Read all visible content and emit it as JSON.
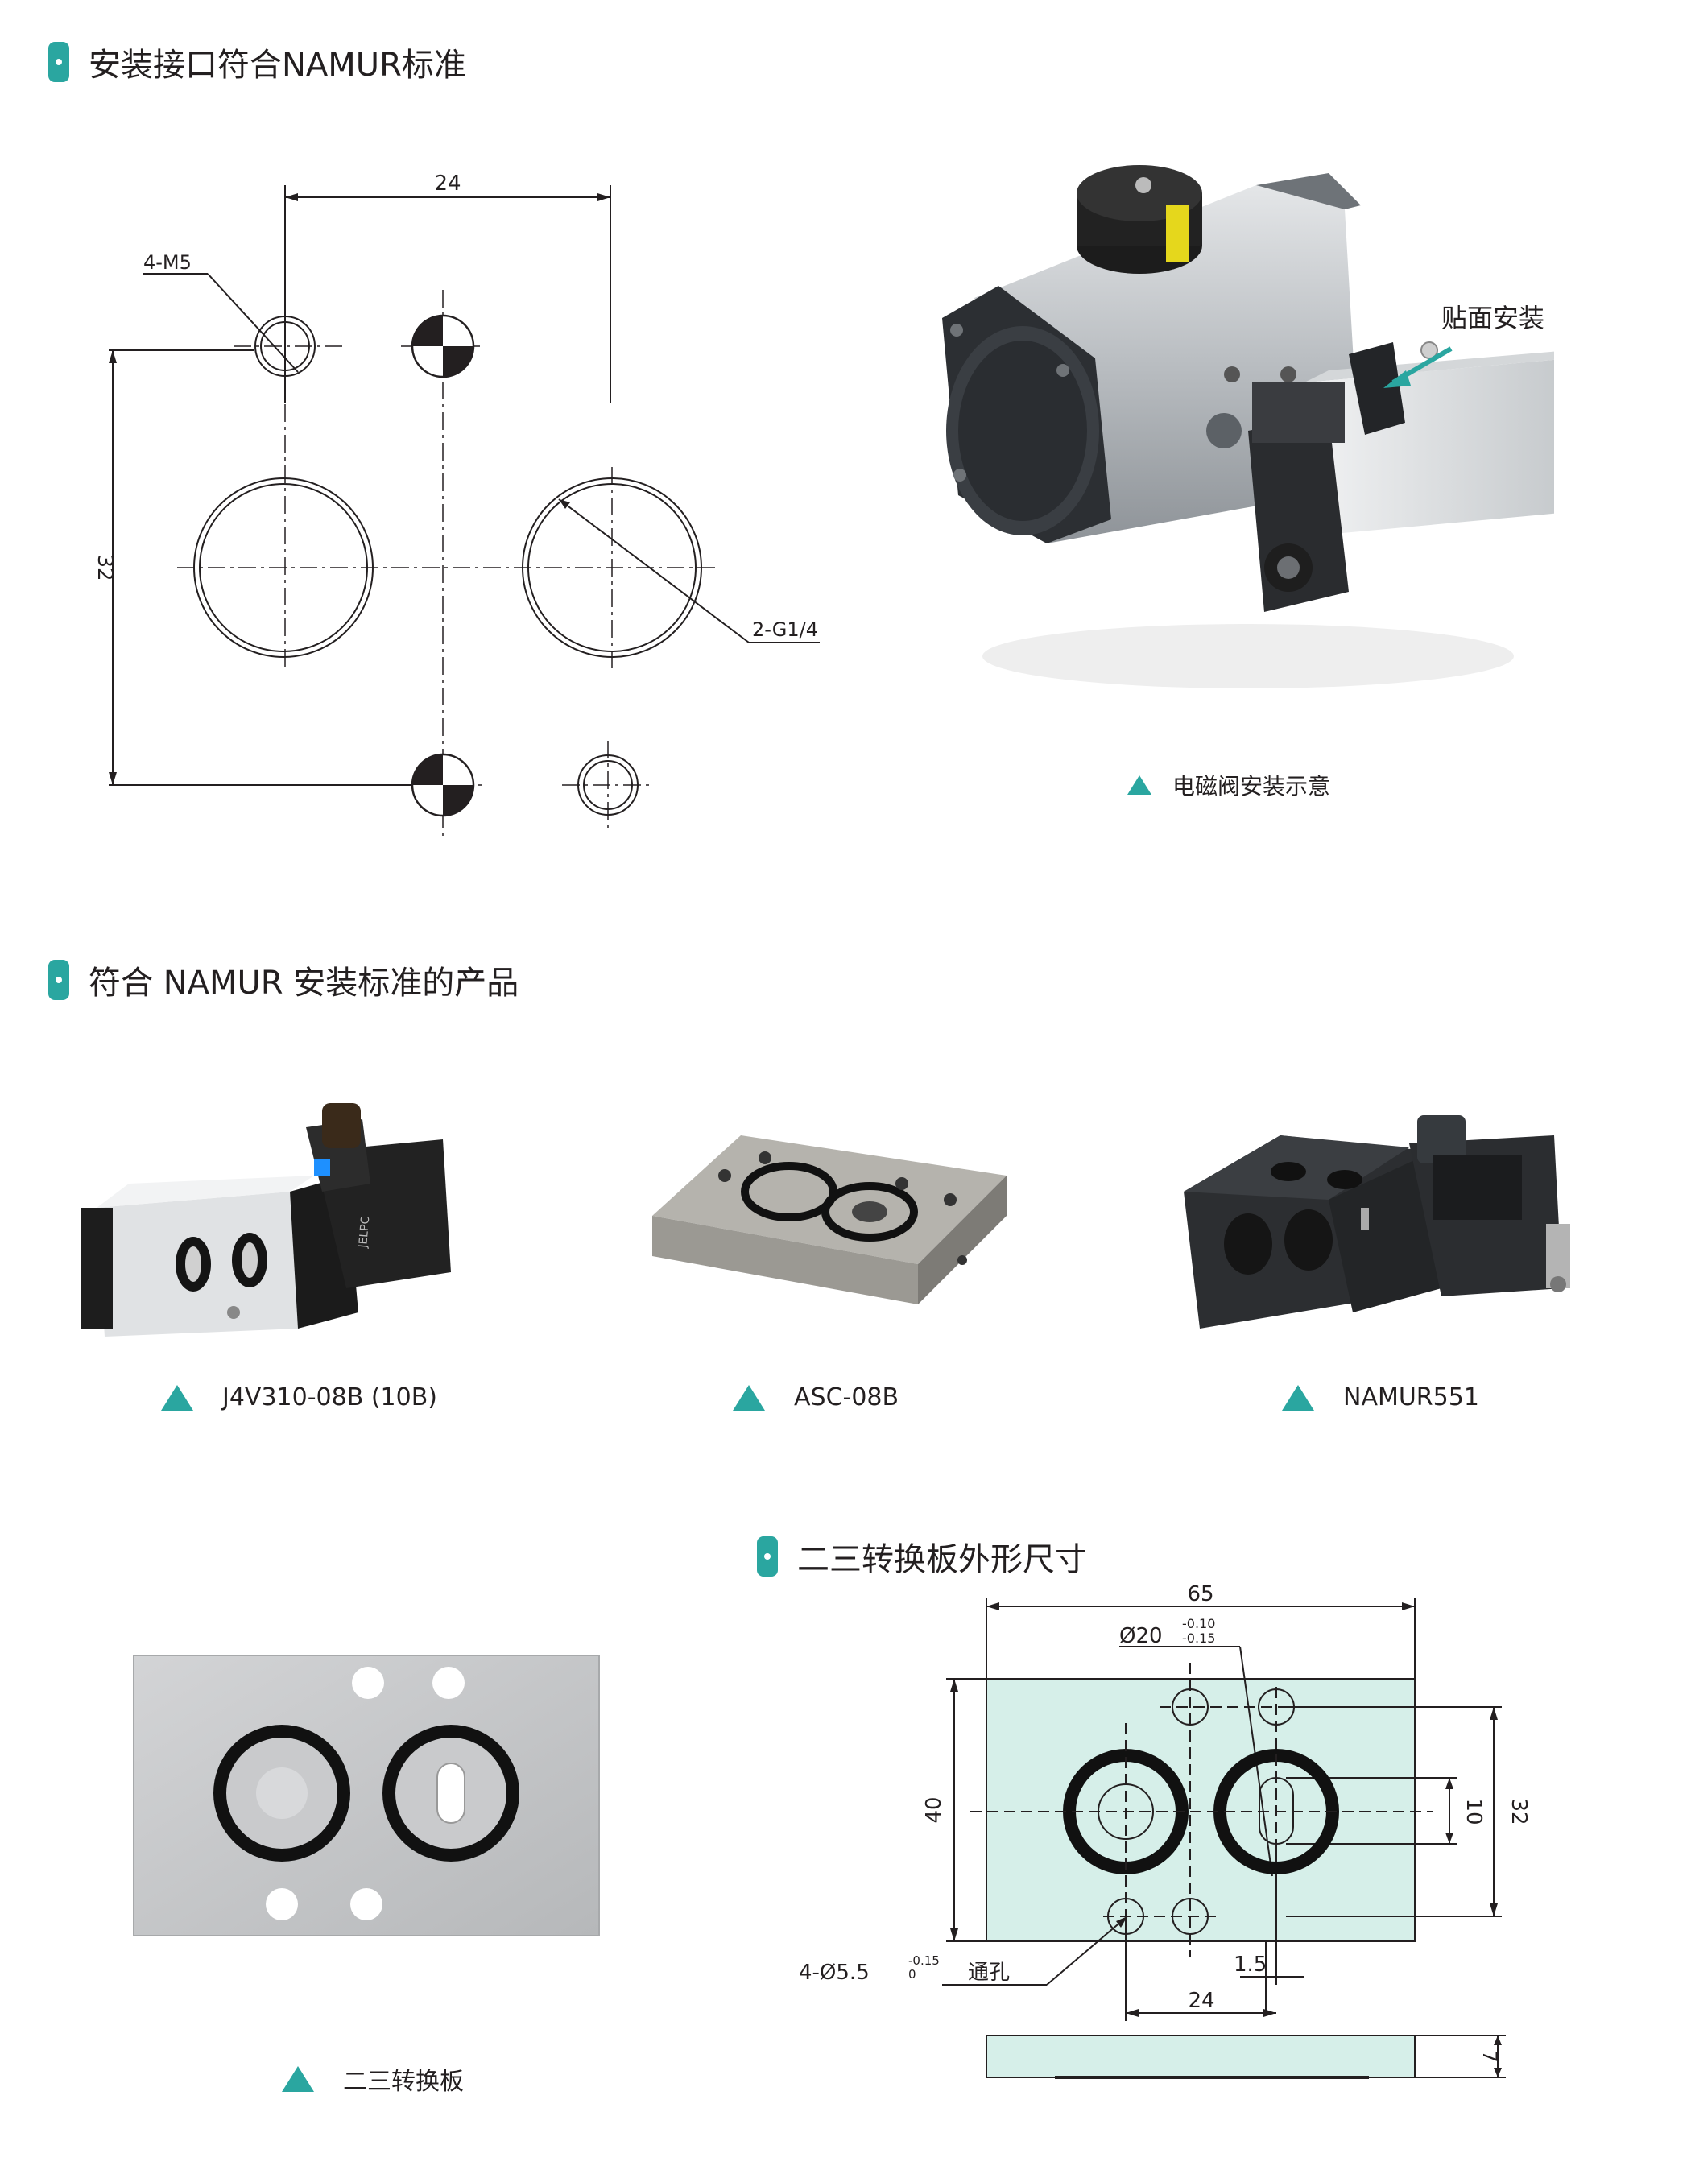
{
  "section1": {
    "title": "安装接口符合NAMUR标准"
  },
  "namur_drawing": {
    "dim_width": "24",
    "dim_height": "32",
    "label_thread": "4-M5",
    "label_port": "2-G1/4"
  },
  "photo1": {
    "callout": "贴面安装",
    "caption": "电磁阀安装示意"
  },
  "section2": {
    "title": "符合 NAMUR 安装标准的产品",
    "products": [
      {
        "caption": "J4V310-08B (10B)"
      },
      {
        "caption": "ASC-08B"
      },
      {
        "caption": "NAMUR551"
      }
    ]
  },
  "plate_photo": {
    "caption": "二三转换板"
  },
  "section3": {
    "title": "二三转换板外形尺寸"
  },
  "plate_drawing": {
    "dim_width": "65",
    "dim_diameter": "Ø20",
    "tol_diameter_upper": "-0.10",
    "tol_diameter_lower": "-0.15",
    "dim_height": "40",
    "dim_10": "10",
    "dim_32": "32",
    "dim_1_5": "1.5",
    "dim_24": "24",
    "hole_label": "4-Ø5.5",
    "tol_hole_upper": "-0.15",
    "tol_hole_lower": "0",
    "hole_note": "通孔",
    "dim_thickness": "7"
  },
  "colors": {
    "accent": "#2aa6a0",
    "plate_fill": "#d6efe9"
  }
}
